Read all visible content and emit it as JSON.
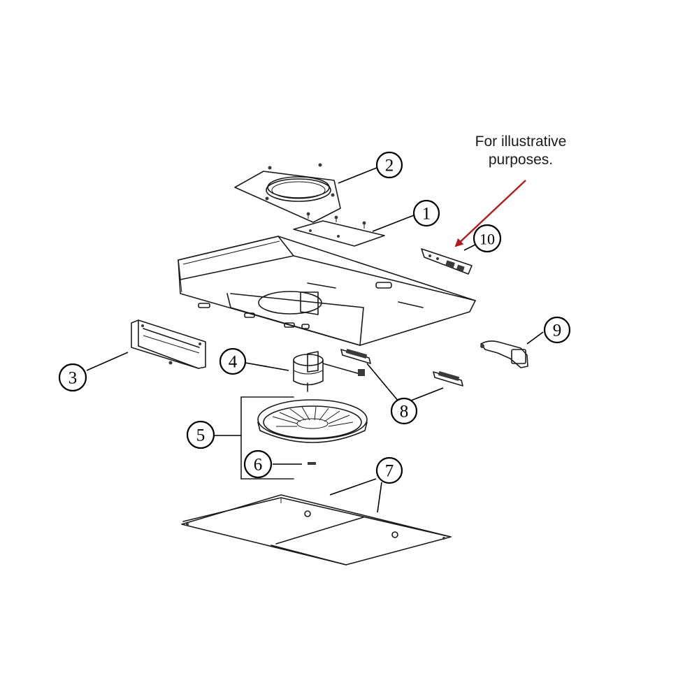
{
  "note": {
    "line1": "For illustrative",
    "line2": "purposes."
  },
  "callouts": [
    "1",
    "2",
    "3",
    "4",
    "5",
    "6",
    "7",
    "8",
    "9",
    "10"
  ],
  "colors": {
    "arrow": "#b01c1c",
    "ink": "#1a1a1a"
  }
}
